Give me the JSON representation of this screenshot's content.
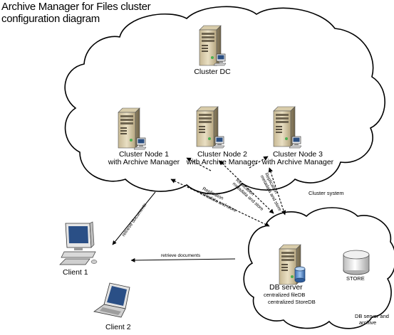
{
  "diagram": {
    "title_line1": "Archive Manager for Files cluster",
    "title_line2": "configuration diagram",
    "cluster_dc_label": "Cluster DC",
    "node1_line1": "Cluster Node 1",
    "node1_line2": "with Archive Manager",
    "node2_line1": "Cluster Node 2",
    "node2_line2": "with Archive Manager",
    "node3_line1": "Cluster Node 3",
    "node3_line2": "with Archive Manager",
    "cluster_system_label": "Cluster system",
    "replication1_line1": "Replication",
    "replication1_line2": "metadata and store",
    "replication2_line1": "Replication",
    "replication2_line2": "metadata and store",
    "replication3_line1": "Replication",
    "replication3_line2": "metadata and store",
    "retrieve_docs_diag": "retrieve documents",
    "retrieve_docs_horiz": "retrieve documents",
    "client1_label": "Client 1",
    "client2_label": "Client 2",
    "db_server_label": "DB server",
    "db_detail_line1": "centralized fileDB",
    "db_detail_line2": "centralized StoreDB",
    "store_label": "STORE",
    "db_cloud_line1": "DB server and",
    "db_cloud_line2": "archive"
  }
}
